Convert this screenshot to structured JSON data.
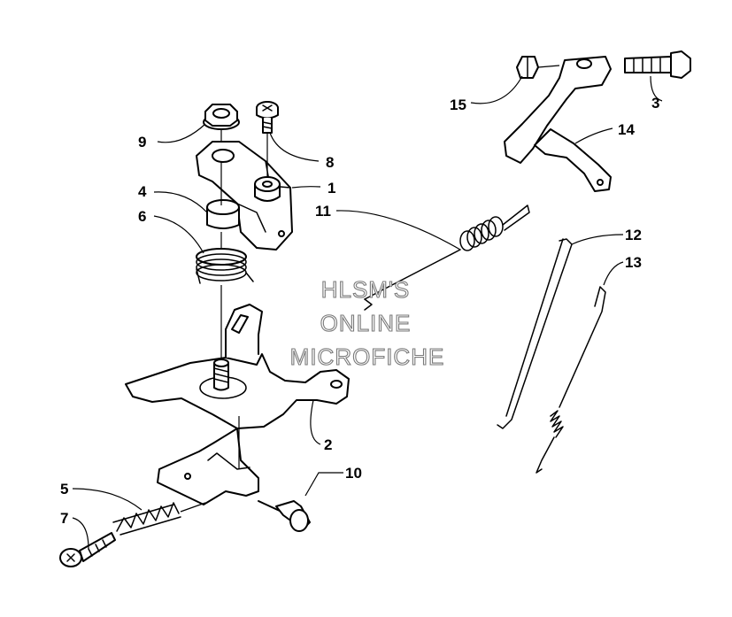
{
  "watermark": {
    "line1": "HLSM'S",
    "line2": "ONLINE",
    "line3": "MICROFICHE"
  },
  "callouts": {
    "c1": "1",
    "c2": "2",
    "c3": "3",
    "c4": "4",
    "c5": "5",
    "c6": "6",
    "c7": "7",
    "c8": "8",
    "c9": "9",
    "c10": "10",
    "c11": "11",
    "c12": "12",
    "c13": "13",
    "c14": "14",
    "c15": "15"
  }
}
